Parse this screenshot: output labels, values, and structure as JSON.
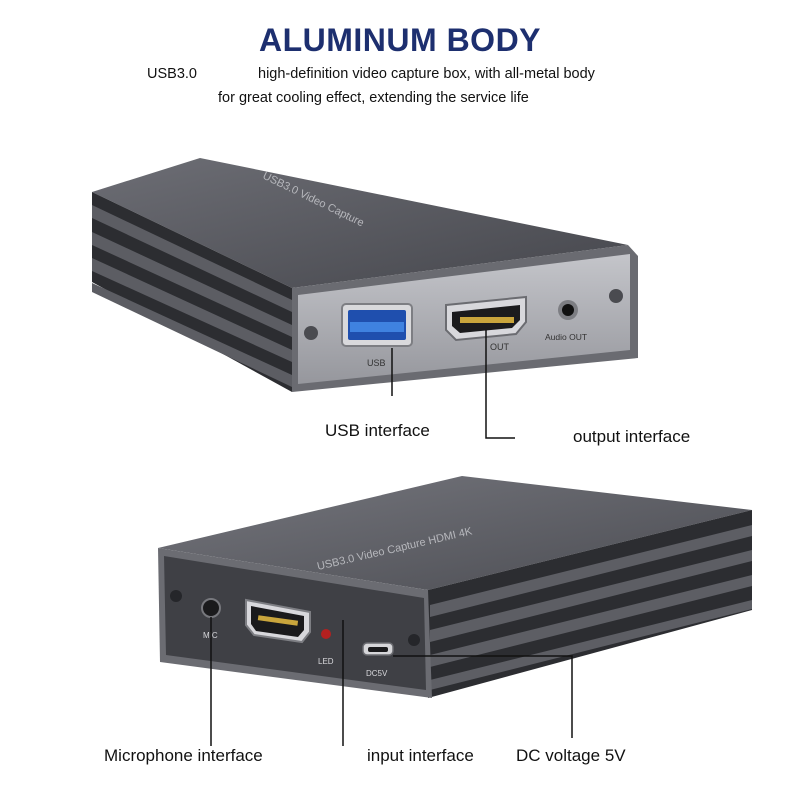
{
  "header": {
    "title": "ALUMINUM BODY",
    "line1_left": "USB3.0",
    "line1_right": "high-definition video capture box, with all-metal body",
    "line2": "for great cooling effect, extending the service life"
  },
  "top_device": {
    "top_label": "USB3.0 Video Capture",
    "port_usb_label": "USB",
    "port_hdmi_label": "OUT",
    "port_audio_label": "Audio OUT"
  },
  "bottom_device": {
    "top_label": "USB3.0 Video Capture HDMI 4K",
    "port_mic_label": "MIC",
    "port_led_label": "LED",
    "port_dc_label": "DC5V"
  },
  "callouts": {
    "usb": "USB interface",
    "output": "output interface",
    "microphone": "Microphone interface",
    "input": "input interface",
    "dc": "DC voltage 5V"
  },
  "colors": {
    "title": "#1d2f6f",
    "body_metal": "#55565d",
    "panel": "#a9aab0",
    "usb_blue": "#2a6fd0"
  }
}
